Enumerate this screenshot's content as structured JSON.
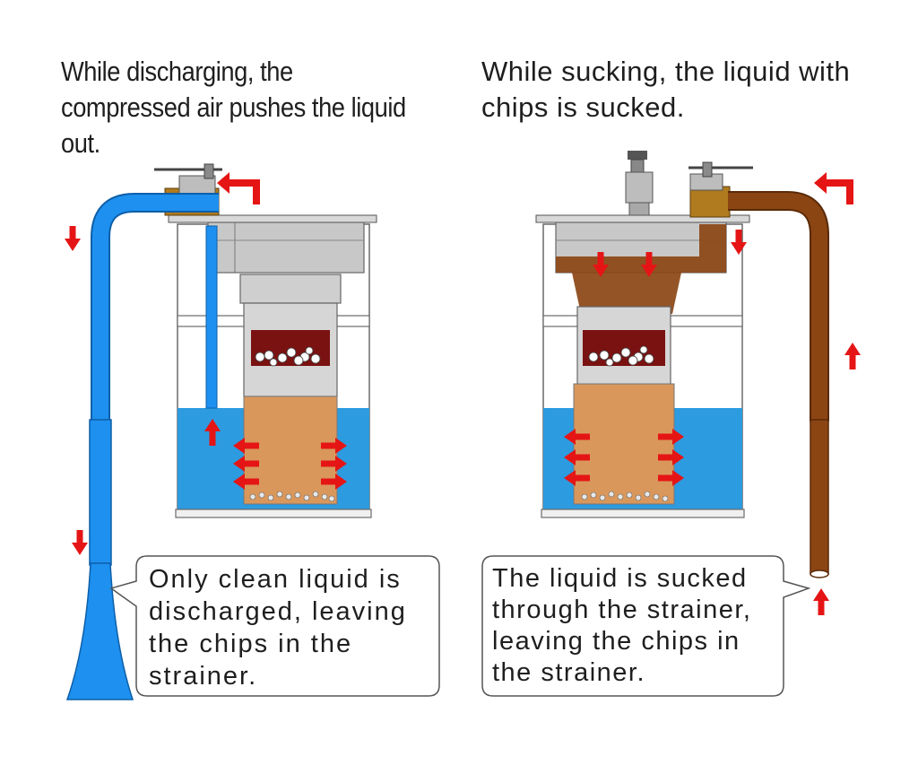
{
  "captions": {
    "discharging": "While discharging, the compressed air pushes the liquid out.",
    "sucking": "While sucking, the liquid with chips is sucked."
  },
  "notes": {
    "discharging": "Only clean liquid is discharged, leaving the chips in the strainer.",
    "sucking": "The liquid is sucked through the strainer, leaving the chips in the strainer."
  },
  "colors": {
    "clean_liquid": "#1e90ef",
    "tank_liquid": "#2c9be0",
    "dirty_liquid": "#8b4513",
    "chip_slurry": "#d9975c",
    "chip_chamber": "#7a1212",
    "arrow": "#e51515",
    "metal": "#c8c8c8"
  }
}
